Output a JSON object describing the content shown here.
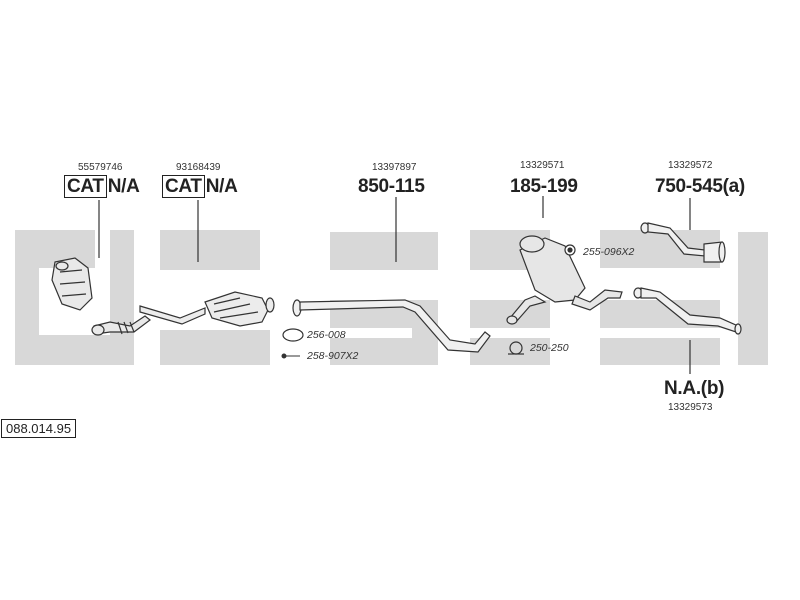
{
  "diagram": {
    "reference": "088.014.95",
    "parts": [
      {
        "id": "55579746",
        "label_cat": "CAT",
        "label_rest": "N/A"
      },
      {
        "id": "93168439",
        "label_cat": "CAT",
        "label_rest": "N/A"
      },
      {
        "id": "13397897",
        "label": "850-115"
      },
      {
        "id": "13329571",
        "label": "185-199"
      },
      {
        "id": "13329572",
        "label": "750-545(a)"
      },
      {
        "id": "13329573",
        "label": "N.A.(b)"
      }
    ],
    "accessories": [
      {
        "code": "256-008"
      },
      {
        "code": "258-907X2"
      },
      {
        "code": "255-096X2"
      },
      {
        "code": "250-250"
      }
    ],
    "colors": {
      "watermark": "#d6d6d6",
      "line": "#333333",
      "part_fill": "#e6e6e6"
    }
  }
}
